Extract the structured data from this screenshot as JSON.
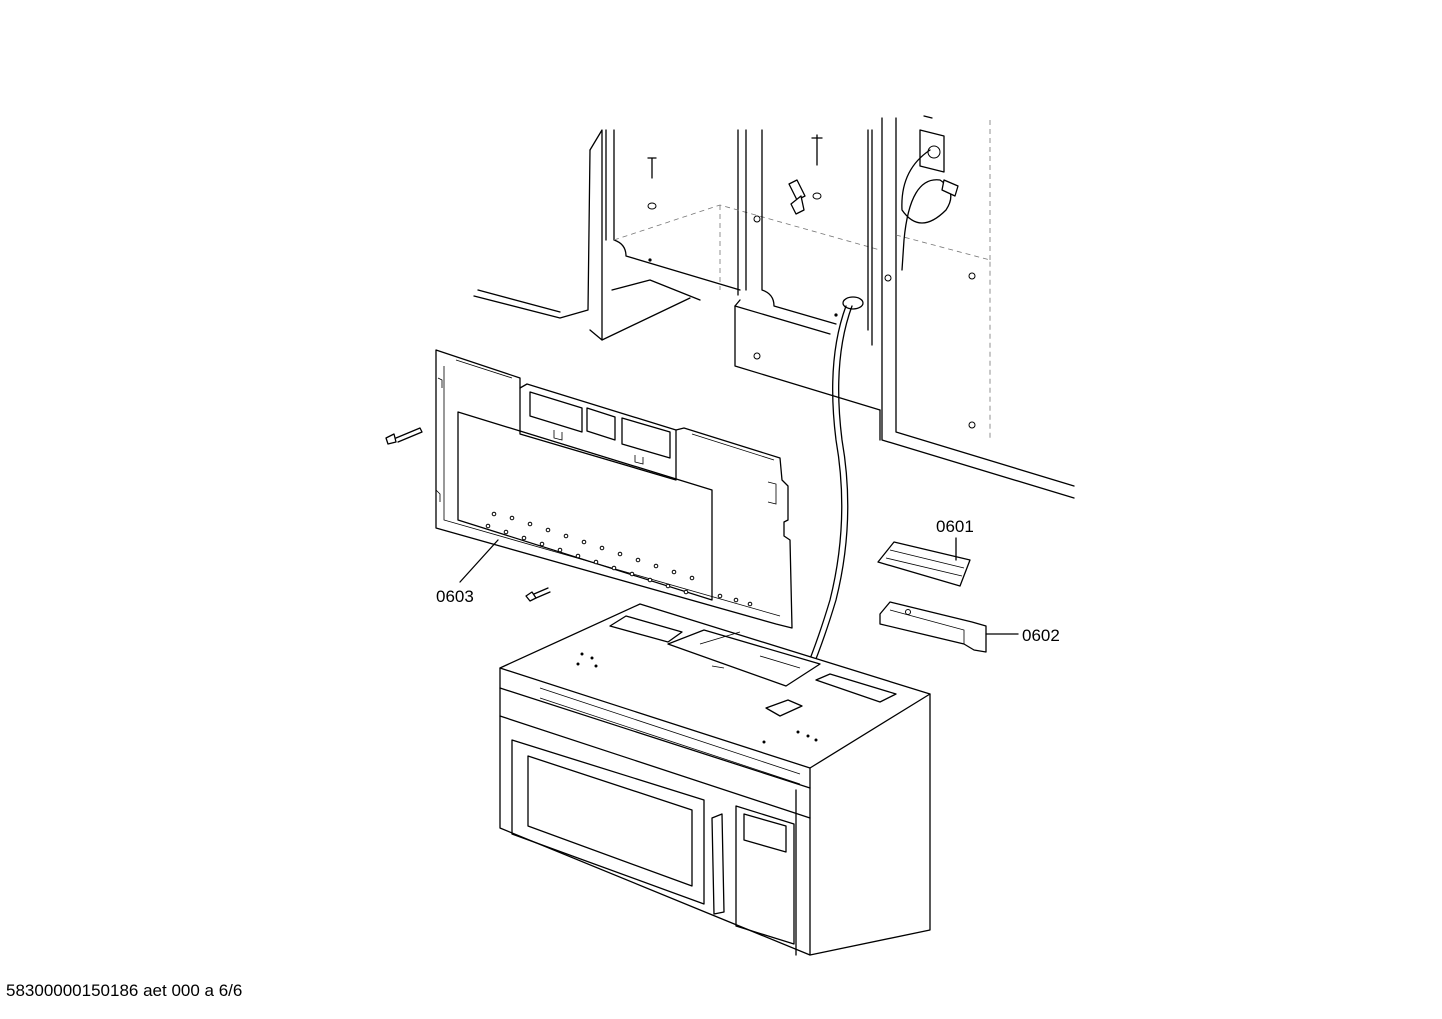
{
  "diagram": {
    "callouts": [
      {
        "id": "0601",
        "text": "0601"
      },
      {
        "id": "0602",
        "text": "0602"
      },
      {
        "id": "0603",
        "text": "0603"
      }
    ]
  },
  "footer": {
    "text": "58300000150186 aet 000 a 6/6"
  }
}
